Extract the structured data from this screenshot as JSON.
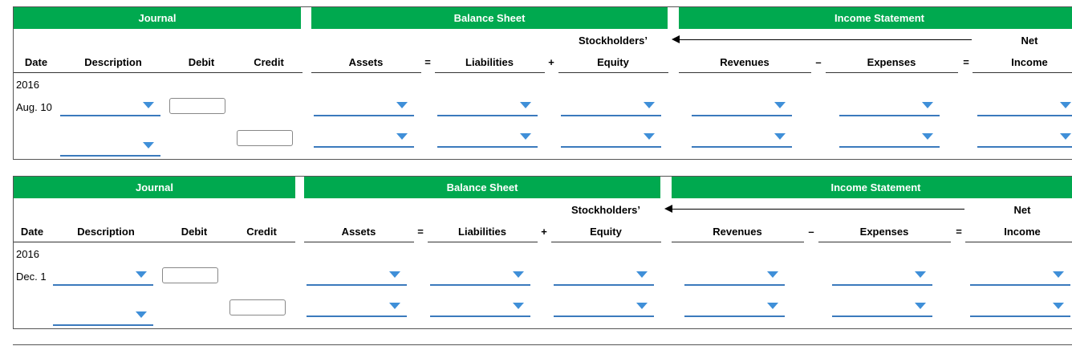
{
  "tables": [
    {
      "headers": {
        "journal": "Journal",
        "balance_sheet": "Balance Sheet",
        "income_statement": "Income Statement",
        "stockholders": "Stockholders’",
        "net": "Net",
        "date": "Date",
        "description": "Description",
        "debit": "Debit",
        "credit": "Credit",
        "assets": "Assets",
        "eq": "=",
        "liabilities": "Liabilities",
        "plus": "+",
        "equity": "Equity",
        "revenues": "Revenues",
        "minus": "–",
        "expenses": "Expenses",
        "eq2": "=",
        "income": "Income"
      },
      "year": "2016",
      "date": "Aug. 10"
    },
    {
      "headers": {
        "journal": "Journal",
        "balance_sheet": "Balance Sheet",
        "income_statement": "Income Statement",
        "stockholders": "Stockholders’",
        "net": "Net",
        "date": "Date",
        "description": "Description",
        "debit": "Debit",
        "credit": "Credit",
        "assets": "Assets",
        "eq": "=",
        "liabilities": "Liabilities",
        "plus": "+",
        "equity": "Equity",
        "revenues": "Revenues",
        "minus": "–",
        "expenses": "Expenses",
        "eq2": "=",
        "income": "Income"
      },
      "year": "2016",
      "date": "Dec. 1"
    }
  ],
  "colors": {
    "band": "#00a94f",
    "dropdown": "#3b7abd"
  }
}
